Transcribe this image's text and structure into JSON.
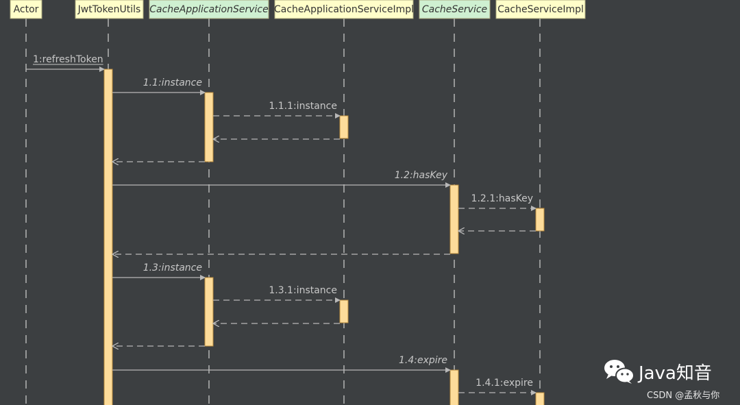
{
  "participants": [
    {
      "label": "Actor",
      "italic": false,
      "fill": "#fffec9"
    },
    {
      "label": "JwtTokenUtils",
      "italic": false,
      "fill": "#fffec9"
    },
    {
      "label": "CacheApplicationService",
      "italic": true,
      "fill": "#cff0d1"
    },
    {
      "label": "CacheApplicationServiceImpl",
      "italic": false,
      "fill": "#fffec9"
    },
    {
      "label": "CacheService",
      "italic": true,
      "fill": "#cff0d1"
    },
    {
      "label": "CacheServiceImpl",
      "italic": false,
      "fill": "#fffec9"
    }
  ],
  "messages": [
    {
      "from": 0,
      "to": 1,
      "label": "1:refreshToken",
      "kind": "call",
      "italic": false,
      "underline": true
    },
    {
      "from": 1,
      "to": 2,
      "label": "1.1:instance",
      "kind": "call",
      "italic": true
    },
    {
      "from": 2,
      "to": 3,
      "label": "1.1.1:instance",
      "kind": "dashed-call",
      "italic": false
    },
    {
      "from": 3,
      "to": 2,
      "label": "",
      "kind": "return"
    },
    {
      "from": 2,
      "to": 1,
      "label": "",
      "kind": "return"
    },
    {
      "from": 1,
      "to": 4,
      "label": "1.2:hasKey",
      "kind": "call",
      "italic": true
    },
    {
      "from": 4,
      "to": 5,
      "label": "1.2.1:hasKey",
      "kind": "dashed-call",
      "italic": false
    },
    {
      "from": 5,
      "to": 4,
      "label": "",
      "kind": "return"
    },
    {
      "from": 4,
      "to": 1,
      "label": "",
      "kind": "return"
    },
    {
      "from": 1,
      "to": 2,
      "label": "1.3:instance",
      "kind": "call",
      "italic": true
    },
    {
      "from": 2,
      "to": 3,
      "label": "1.3.1:instance",
      "kind": "dashed-call",
      "italic": false
    },
    {
      "from": 3,
      "to": 2,
      "label": "",
      "kind": "return"
    },
    {
      "from": 2,
      "to": 1,
      "label": "",
      "kind": "return"
    },
    {
      "from": 1,
      "to": 4,
      "label": "1.4:expire",
      "kind": "call",
      "italic": true
    },
    {
      "from": 4,
      "to": 5,
      "label": "1.4.1:expire",
      "kind": "dashed-call",
      "italic": false
    }
  ],
  "watermark": {
    "title": "Java知音",
    "subtitle": "CSDN @孟秋与你"
  }
}
